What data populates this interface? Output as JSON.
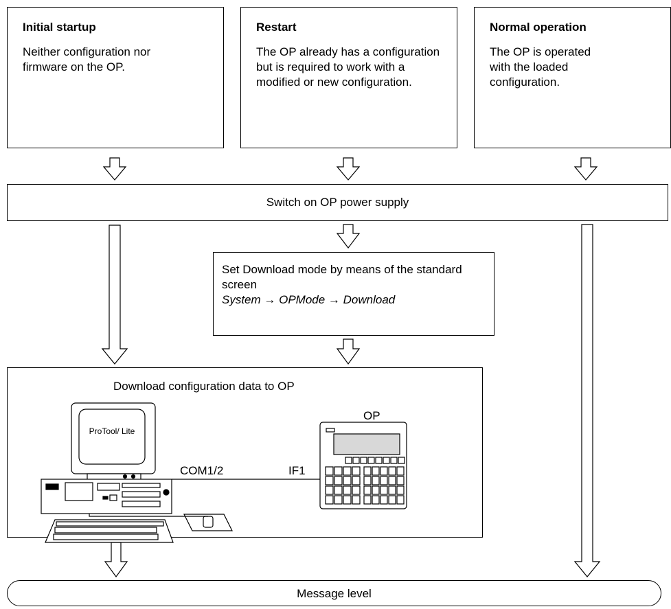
{
  "boxes": {
    "initial": {
      "title": "Initial startup",
      "text": "Neither configuration nor firmware on the OP."
    },
    "restart": {
      "title": "Restart",
      "text": "The OP already has a configuration but is required to work with a modified or new configuration."
    },
    "normal": {
      "title": "Normal operation",
      "text": "The OP is operated with the loaded configuration."
    }
  },
  "power_supply": "Switch on OP power supply",
  "download_mode": {
    "text": "Set Download mode by means of the standard screen",
    "path": "System → OPMode → Download"
  },
  "download_config": {
    "title": "Download configuration data to OP",
    "monitor_label": "ProTool/ Lite",
    "pc_port": "COM1/2",
    "op_port": "IF1",
    "op_label": "OP"
  },
  "message_level": "Message level"
}
